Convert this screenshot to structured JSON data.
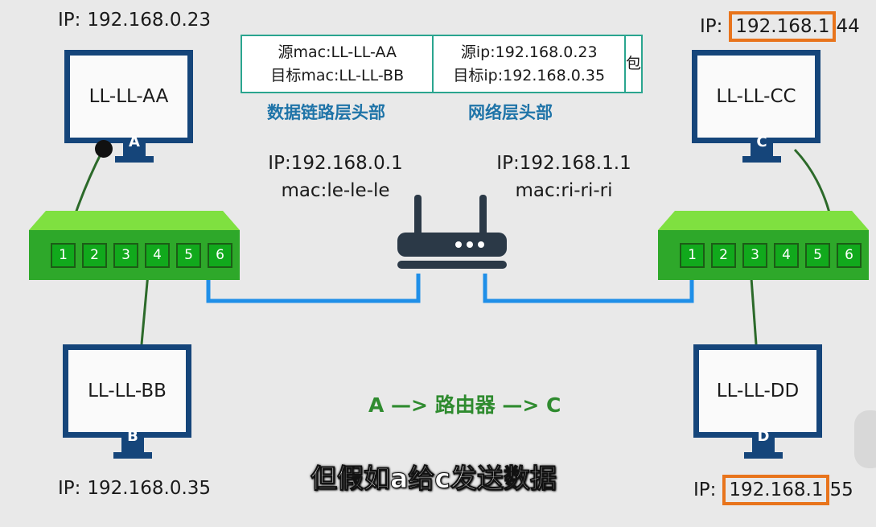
{
  "hosts": {
    "a": {
      "ip_label": "IP:",
      "ip": "192.168.0.23",
      "mac": "LL-LL-AA",
      "letter": "A"
    },
    "b": {
      "ip_label": "IP:",
      "ip": "192.168.0.35",
      "mac": "LL-LL-BB",
      "letter": "B"
    },
    "c": {
      "ip_label": "IP:",
      "ip_highlight": "192.168.1",
      "ip_rest": "44",
      "mac": "LL-LL-CC",
      "letter": "C"
    },
    "d": {
      "ip_label": "IP:",
      "ip_highlight": "192.168.1",
      "ip_rest": "55",
      "mac": "LL-LL-DD",
      "letter": "D"
    }
  },
  "packet_header": {
    "src_mac": "源mac:LL-LL-AA",
    "dst_mac": "目标mac:LL-LL-BB",
    "src_ip": "源ip:192.168.0.23",
    "dst_ip": "目标ip:192.168.0.35",
    "payload": "包",
    "datalink_caption": "数据链路层头部",
    "network_caption": "网络层头部"
  },
  "router": {
    "left_ip": "IP:192.168.0.1",
    "left_mac": "mac:le-le-le",
    "right_ip": "IP:192.168.1.1",
    "right_mac": "mac:ri-ri-ri"
  },
  "switch_ports": [
    "1",
    "2",
    "3",
    "4",
    "5",
    "6"
  ],
  "flow_text": "A —> 路由器 —> C",
  "subtitle": "但假如a给c发送数据",
  "colors": {
    "monitor": "#15457a",
    "switch_body": "#2ea82a",
    "switch_top": "#7fe040",
    "cable_lan": "#1f8fe8",
    "cable_host": "#2c6a2a",
    "highlight_box": "#e8741c",
    "table_border": "#2aa58f",
    "caption": "#1f74a8",
    "flow": "#2f8b2f"
  }
}
